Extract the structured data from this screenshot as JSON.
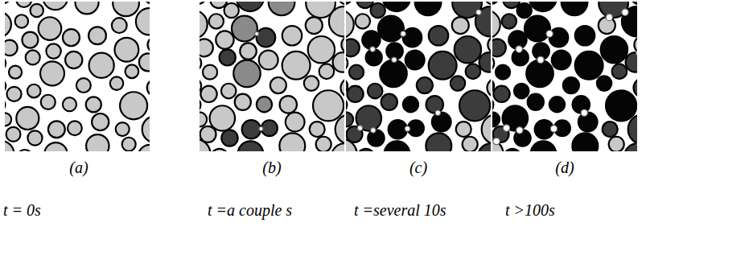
{
  "diagram": {
    "labels": [
      "(a)",
      "(b)",
      "(c)",
      "(d)",
      "t = 0s",
      "t =a couple s",
      "t =several 10s",
      "t >100s"
    ]
  }
}
